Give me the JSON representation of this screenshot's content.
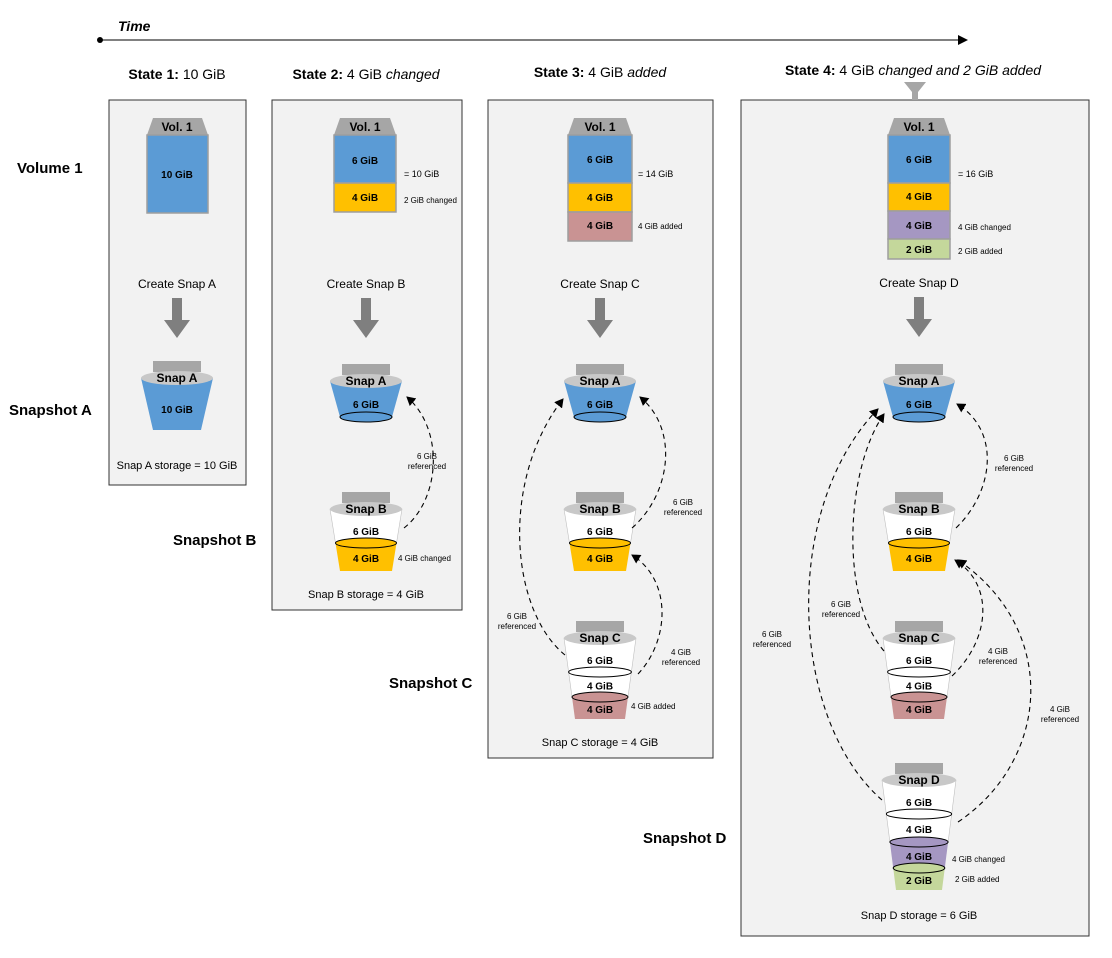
{
  "timeline": {
    "label": "Time"
  },
  "colors": {
    "blue": "#5b9bd5",
    "orange": "#ffc000",
    "pink": "#c99393",
    "purple": "#a597c2",
    "green": "#c4d79b",
    "gray": "#a6a6a6",
    "arrow_gray": "#7f7f7f",
    "panel_bg": "#f2f2f2"
  },
  "row_labels": {
    "volume": "Volume 1",
    "snap_a": "Snapshot A",
    "snap_b": "Snapshot B",
    "snap_c": "Snapshot C",
    "snap_d": "Snapshot D"
  },
  "states": [
    {
      "title_bold": "State 1:",
      "title_rest": " 10 GiB",
      "title_italic": "",
      "volume": {
        "label": "Vol. 1",
        "segments": [
          {
            "label": "10 GiB",
            "color": "blue",
            "size_gib": 10
          }
        ],
        "total": "",
        "notes": []
      },
      "create_label": "Create Snap A",
      "storage": "Snap A storage = 10 GiB"
    },
    {
      "title_bold": "State 2:",
      "title_rest": " 4 GiB ",
      "title_italic": "changed",
      "volume": {
        "label": "Vol. 1",
        "segments": [
          {
            "label": "6 GiB",
            "color": "blue",
            "size_gib": 6
          },
          {
            "label": "4 GiB",
            "color": "orange",
            "size_gib": 4
          }
        ],
        "total": "= 10 GiB",
        "notes": [
          "",
          "2 GiB changed"
        ]
      },
      "create_label": "Create Snap B",
      "storage": "Snap B storage = 4 GiB"
    },
    {
      "title_bold": "State 3:",
      "title_rest": " 4 GiB ",
      "title_italic": "added",
      "volume": {
        "label": "Vol. 1",
        "segments": [
          {
            "label": "6 GiB",
            "color": "blue",
            "size_gib": 6
          },
          {
            "label": "4 GiB",
            "color": "orange",
            "size_gib": 4
          },
          {
            "label": "4 GiB",
            "color": "pink",
            "size_gib": 4
          }
        ],
        "total": "= 14 GiB",
        "notes": [
          "",
          "",
          "4 GiB added"
        ]
      },
      "create_label": "Create Snap C",
      "storage": "Snap C storage = 4 GiB"
    },
    {
      "title_bold": "State 4:",
      "title_rest": " 4 GiB ",
      "title_italic": "changed and 2 GiB added",
      "volume": {
        "label": "Vol. 1",
        "segments": [
          {
            "label": "6 GiB",
            "color": "blue",
            "size_gib": 6
          },
          {
            "label": "4 GiB",
            "color": "orange",
            "size_gib": 4
          },
          {
            "label": "4 GiB",
            "color": "purple",
            "size_gib": 4
          },
          {
            "label": "2 GiB",
            "color": "green",
            "size_gib": 2
          }
        ],
        "total": "= 16 GiB",
        "notes": [
          "",
          "",
          "4 GiB changed",
          "2 GiB added"
        ]
      },
      "create_label": "Create Snap D",
      "storage": "Snap D storage = 6 GiB"
    }
  ],
  "snapshots": {
    "a_full": {
      "name": "Snap A",
      "layers": [
        {
          "label": "10 GiB",
          "color": "blue"
        }
      ]
    },
    "a_ref": {
      "name": "Snap A",
      "layers": [
        {
          "label": "6 GiB",
          "color": "blue"
        }
      ]
    },
    "b": {
      "name": "Snap B",
      "layers": [
        {
          "label": "6 GiB",
          "color": "white"
        },
        {
          "label": "4 GiB",
          "color": "orange"
        }
      ]
    },
    "c": {
      "name": "Snap C",
      "layers": [
        {
          "label": "6 GiB",
          "color": "white"
        },
        {
          "label": "4 GiB",
          "color": "white"
        },
        {
          "label": "4 GiB",
          "color": "pink"
        }
      ]
    },
    "d": {
      "name": "Snap D",
      "layers": [
        {
          "label": "6 GiB",
          "color": "white"
        },
        {
          "label": "4 GiB",
          "color": "white"
        },
        {
          "label": "4 GiB",
          "color": "purple"
        },
        {
          "label": "2 GiB",
          "color": "green"
        }
      ]
    }
  },
  "annotations": {
    "six_ref": [
      "6 GiB",
      "referenced"
    ],
    "four_ref": [
      "4 GiB",
      "referenced"
    ],
    "four_changed": "4 GiB changed",
    "four_added": "4 GiB added",
    "two_added": "2 GiB added"
  }
}
